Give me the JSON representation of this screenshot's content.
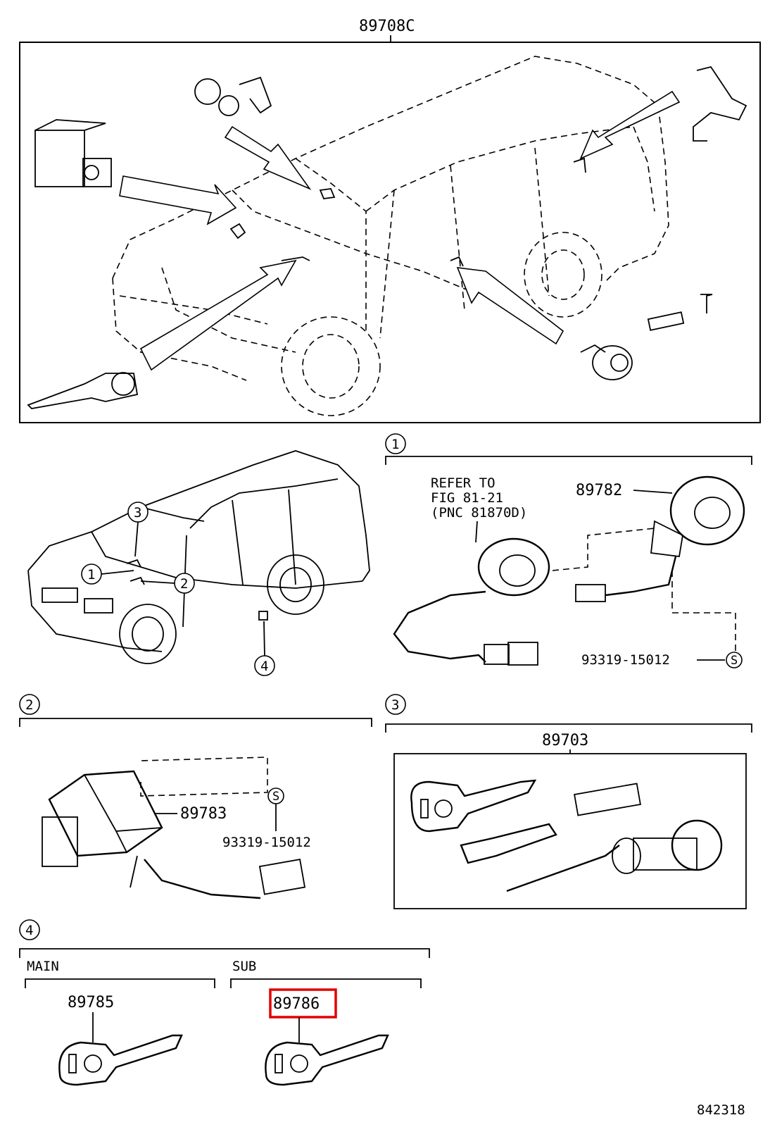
{
  "top_panel": {
    "part_number": "89708C"
  },
  "callouts": {
    "c1": "1",
    "c2": "2",
    "c3": "3",
    "c4": "4",
    "s": "S"
  },
  "section1": {
    "number": "1",
    "refer_line1": "REFER TO",
    "refer_line2": "FIG 81-21",
    "refer_line3": "(PNC 81870D)",
    "part_main": "89782",
    "part_screw": "93319-15012"
  },
  "section2": {
    "number": "2",
    "part_main": "89783",
    "part_screw": "93319-15012"
  },
  "section3": {
    "number": "3",
    "part_main": "89703"
  },
  "section4": {
    "number": "4",
    "main_label": "MAIN",
    "sub_label": "SUB",
    "main_part": "89785",
    "sub_part": "89786"
  },
  "figure_id": "842318"
}
